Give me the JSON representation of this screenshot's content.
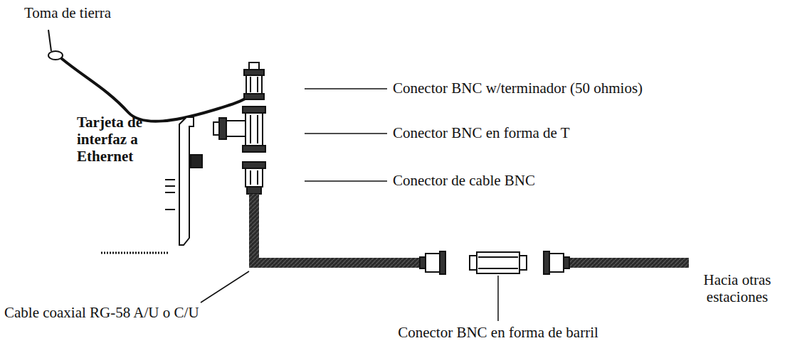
{
  "diagram": {
    "labels": [
      "Toma de tierra",
      "Conector BNC w/terminador (50 ohmios)",
      "Tarjeta de interfaz a Ethernet",
      "Conector BNC en forma de T",
      "Conector de cable BNC",
      "Hacia otras estaciones",
      "Cable coaxial RG-58 A/U o C/U",
      "Conector BNC en forma de barril"
    ]
  }
}
